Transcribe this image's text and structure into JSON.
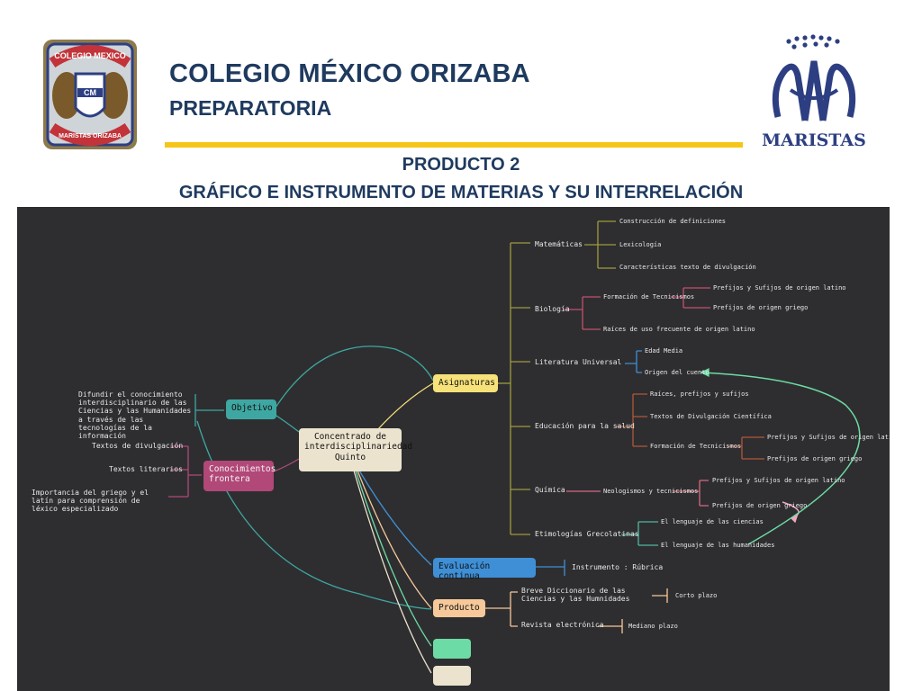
{
  "header": {
    "title": "COLEGIO MÉXICO ORIZABA",
    "subtitle": "PREPARATORIA",
    "product": "PRODUCTO 2",
    "product_title": "GRÁFICO E INSTRUMENTO DE MATERIAS Y SU INTERRELACIÓN"
  },
  "logos": {
    "left_text": "COLEGIO MEXICO",
    "left_bottom": "MARISTAS ORIZABA",
    "left_initials": "CM",
    "right_text": "MARISTAS"
  },
  "colors": {
    "navy": "#1f3a5f",
    "gold": "#f5c518",
    "board": "#2e2e30",
    "teal": "#3fa7a2",
    "magenta": "#b14878",
    "blue": "#3f8fd6",
    "peach": "#f6c89a",
    "yellow": "#f7e27a",
    "cream": "#ece3cf",
    "mint": "#6ddba5",
    "olive": "#9e9c3c"
  },
  "mindmap": {
    "center": "Concentrado de interdisciplinariedad Quinto",
    "objetivo": {
      "label": "Objetivo",
      "text": "Difundir el conocimiento interdisciplinario de las Ciencias y las Humanidades a través de las tecnologías de la información"
    },
    "conocimientos": {
      "label": "Conocimientos frontera",
      "items": [
        "Textos de divulgación",
        "Textos literarios",
        "Importancia del griego y el latín para comprensión de léxico especializado"
      ]
    },
    "asignaturas": {
      "label": "Asignaturas",
      "matematicas": {
        "label": "Matemáticas",
        "items": [
          "Construcción de definiciones",
          "Lexicología",
          "Características texto de divulgación"
        ]
      },
      "biologia": {
        "label": "Biología",
        "formacion": "Formación de Tecnicismos",
        "formacion_items": [
          "Prefijos y Sufijos de origen latino",
          "Prefijos de origen griego"
        ],
        "raices": "Raíces de uso frecuente de origen latino"
      },
      "literatura": {
        "label": "Literatura Universal",
        "items": [
          "Edad Media",
          "Origen del cuento"
        ]
      },
      "educacion": {
        "label": "Educación para la salud",
        "items": [
          "Raíces, prefijos y sufijos",
          "Textos de Divulgación Científica"
        ],
        "formacion": "Formación de Tecnicismos",
        "formacion_items": [
          "Prefijos y Sufijos de origen latino",
          "Prefijos de origen griego"
        ]
      },
      "quimica": {
        "label": "Química",
        "neologismos": "Neologismos y tecnicismos",
        "items": [
          "Prefijos y Sufijos de origen latino",
          "Prefijos de origen griego"
        ]
      },
      "etimologias": {
        "label": "Etimologías Grecolatinas",
        "items": [
          "El lenguaje de las ciencias",
          "El lenguaje de las humanidades"
        ]
      }
    },
    "evaluacion": {
      "label": "Evaluación continua",
      "instrumento": "Instrumento : Rúbrica"
    },
    "producto": {
      "label": "Producto",
      "items": [
        "Breve Diccionario de las Ciencias y las Humnidades",
        "Revista electrónica"
      ],
      "plazos": [
        "Corto plazo",
        "Mediano plazo"
      ]
    }
  }
}
